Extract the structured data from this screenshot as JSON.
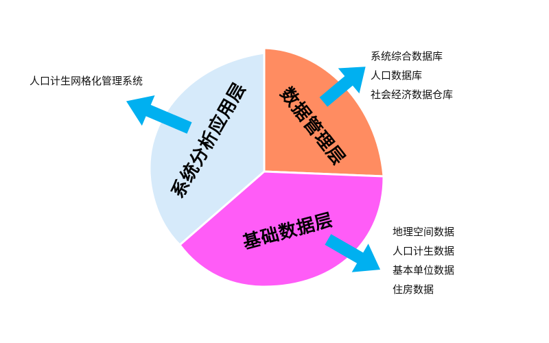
{
  "layers": {
    "application": {
      "label": "系统分析应用层",
      "color": "#d6eafa",
      "items": [
        "人口计生网格化管理系统"
      ]
    },
    "management": {
      "label": "数据管理层",
      "color": "#ff8c61",
      "items": [
        "系统综合数据库",
        "人口数据库",
        "社会经济数据仓库"
      ]
    },
    "base": {
      "label": "基础数据层",
      "color": "#ff5cf7",
      "items": [
        "地理空间数据",
        "人口计生数据",
        "基本单位数据",
        "住房数据"
      ]
    }
  },
  "arrow_color": "#00b0f0",
  "icons": [
    "arrow-up-left-icon",
    "arrow-up-right-icon",
    "arrow-down-right-icon"
  ]
}
